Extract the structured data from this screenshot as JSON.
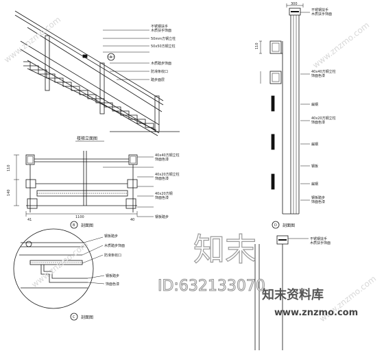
{
  "annotations": {
    "elevation_right": [
      "不锈钢扶手",
      "木质扶手饰面",
      "50mm方钢立柱",
      "50x50方钢立柱",
      "木质踏步饰面",
      "防滑条收口",
      "踏步面层"
    ],
    "section_b": [
      "40x40方钢立柱",
      "饰面色漆",
      "40x20方钢立柱",
      "饰面色漆",
      "40x20方钢",
      "饰面色漆",
      "钢板踏步"
    ],
    "detail_c": [
      "钢板踏步",
      "木质踏步饰面",
      "防滑条收口",
      "钢板踏步",
      "饰面色漆"
    ],
    "right_elev": [
      "不锈钢扶手",
      "木质扶手饰面",
      "40x40方钢立柱",
      "饰面色漆",
      "扁钢",
      "40x20方钢立柱",
      "饰面色漆",
      "扁钢",
      "钢板",
      "扁钢",
      "钢板踏步",
      "饰面色漆"
    ],
    "right_bottom": [
      "不锈钢扶手",
      "木质扶手饰面"
    ]
  },
  "captions": {
    "stair_elevation": "楼梯立面图",
    "section_b": "剖面图",
    "detail_c": "剖面图",
    "right_section": "剖面图"
  },
  "markers": {
    "b": "B",
    "c": "C",
    "d": "D",
    "a": "A"
  },
  "dimensions": {
    "top_width": "300",
    "right_110": "110",
    "left_110": "110",
    "left_140": "140",
    "bottom_1100": "1100",
    "tick_41": "41",
    "tick_40": "40"
  },
  "watermark": {
    "logo_chars": "知末",
    "id_text": "ID:632133070",
    "cn_label": "知末资料库",
    "site": "www.znzmo.com",
    "diag": "www.znzmo.com"
  }
}
